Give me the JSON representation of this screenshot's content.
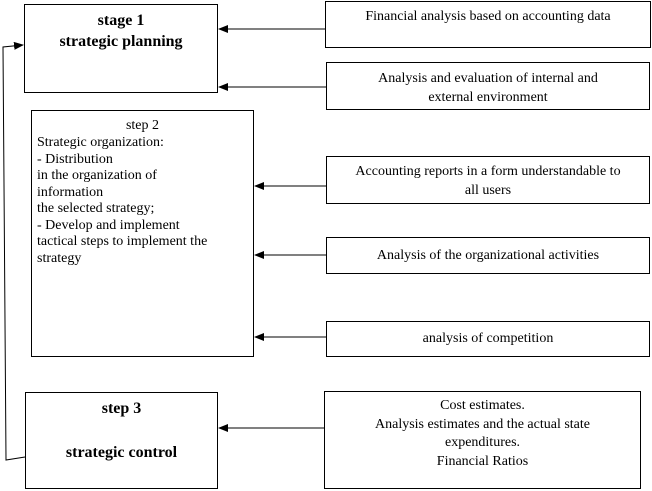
{
  "stage1": {
    "title": "stage 1",
    "subtitle": "strategic planning"
  },
  "step2": {
    "title": "step 2",
    "lines": [
      "Strategic organization:",
      "- Distribution",
      "in the organization of",
      "information",
      "the selected strategy;",
      "- Develop and implement",
      "tactical steps to implement the",
      "strategy"
    ]
  },
  "step3": {
    "title": "step 3",
    "subtitle": "strategic control"
  },
  "inputs": {
    "financial_analysis": "Financial analysis based on accounting data",
    "environment_analysis": [
      "Analysis and evaluation of internal and",
      "external environment"
    ],
    "accounting_reports": [
      "Accounting reports in a form understandable to",
      "all users"
    ],
    "organizational_activities": "Analysis of the organizational activities",
    "competition": "analysis of competition",
    "cost_estimates": [
      "Cost estimates.",
      "Analysis estimates and the actual state",
      "expenditures.",
      "Financial Ratios"
    ]
  },
  "colors": {
    "line": "#000000",
    "background": "#ffffff"
  }
}
